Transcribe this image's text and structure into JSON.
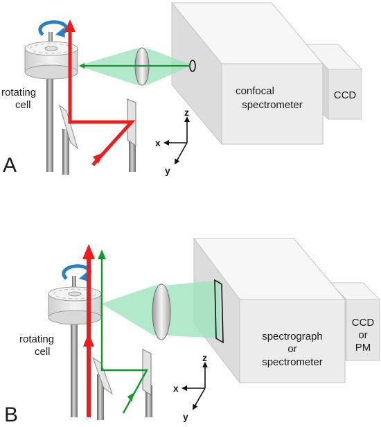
{
  "panels": [
    {
      "letter": "A",
      "cell_label": [
        "rotating",
        "cell"
      ],
      "spectrometer_label": [
        "confocal",
        "spectrometer"
      ],
      "detector_label": [
        "CCD"
      ],
      "axes": {
        "x": "x",
        "y": "y",
        "z": "z"
      }
    },
    {
      "letter": "B",
      "cell_label": [
        "rotating",
        "cell"
      ],
      "spectrometer_label": [
        "spectrograph",
        "or",
        "spectrometer"
      ],
      "detector_label": [
        "CCD",
        "or",
        "PM"
      ],
      "axes": {
        "x": "x",
        "y": "y",
        "z": "z"
      }
    }
  ],
  "colors": {
    "laser_red": "#ee1c1c",
    "scatter_green": "#129a2e",
    "light_cone": "#9fe3bd",
    "rotation_arrow": "#2a7ec3",
    "box_front": "#ececec",
    "box_top": "#f7f7f7",
    "box_side": "#dcdcdc",
    "post": "#8c8c8c"
  }
}
